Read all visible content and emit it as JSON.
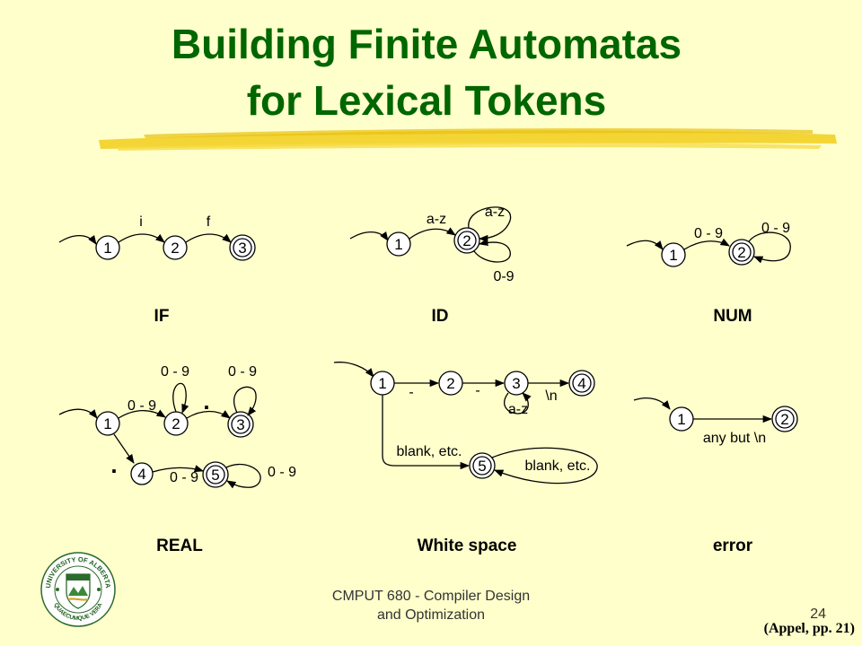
{
  "slide": {
    "title_line1": "Building Finite Automatas",
    "title_line2": "for Lexical Tokens",
    "footer_line1": "CMPUT 680 - Compiler Design",
    "footer_line2": "and Optimization",
    "page_number": "24",
    "citation": "(Appel, pp. 21)",
    "logo": {
      "icon": "university-of-alberta-seal-icon",
      "text_top": "UNIVERSITY OF ALBERTA",
      "text_bottom": "QUAECUMQUE VERA"
    },
    "colors": {
      "background": "#ffffcc",
      "title": "#006600",
      "underline": "#f2d025"
    }
  },
  "automata": [
    {
      "name": "IF",
      "states": [
        {
          "id": "1",
          "accepting": false
        },
        {
          "id": "2",
          "accepting": false
        },
        {
          "id": "3",
          "accepting": true
        }
      ],
      "transitions": [
        {
          "from": "1",
          "to": "2",
          "label": "i"
        },
        {
          "from": "2",
          "to": "3",
          "label": "f"
        }
      ]
    },
    {
      "name": "ID",
      "states": [
        {
          "id": "1",
          "accepting": false
        },
        {
          "id": "2",
          "accepting": true
        }
      ],
      "transitions": [
        {
          "from": "1",
          "to": "2",
          "label": "a-z"
        },
        {
          "from": "2",
          "to": "2",
          "label": "a-z"
        },
        {
          "from": "2",
          "to": "2",
          "label": "0-9"
        }
      ]
    },
    {
      "name": "NUM",
      "states": [
        {
          "id": "1",
          "accepting": false
        },
        {
          "id": "2",
          "accepting": true
        }
      ],
      "transitions": [
        {
          "from": "1",
          "to": "2",
          "label": "0 - 9"
        },
        {
          "from": "2",
          "to": "2",
          "label": "0 - 9"
        }
      ]
    },
    {
      "name": "REAL",
      "states": [
        {
          "id": "1",
          "accepting": false
        },
        {
          "id": "2",
          "accepting": false
        },
        {
          "id": "3",
          "accepting": true
        },
        {
          "id": "4",
          "accepting": false
        },
        {
          "id": "5",
          "accepting": true
        }
      ],
      "transitions": [
        {
          "from": "1",
          "to": "2",
          "label": "0 - 9"
        },
        {
          "from": "2",
          "to": "2",
          "label": "0 - 9"
        },
        {
          "from": "2",
          "to": "3",
          "label": "."
        },
        {
          "from": "3",
          "to": "3",
          "label": "0 - 9"
        },
        {
          "from": "1",
          "to": "4",
          "label": "."
        },
        {
          "from": "4",
          "to": "5",
          "label": "0 - 9"
        },
        {
          "from": "5",
          "to": "5",
          "label": "0 - 9"
        }
      ]
    },
    {
      "name": "White space",
      "states": [
        {
          "id": "1",
          "accepting": false
        },
        {
          "id": "2",
          "accepting": false
        },
        {
          "id": "3",
          "accepting": false
        },
        {
          "id": "4",
          "accepting": true
        },
        {
          "id": "5",
          "accepting": true
        }
      ],
      "transitions": [
        {
          "from": "1",
          "to": "2",
          "label": "-"
        },
        {
          "from": "2",
          "to": "3",
          "label": "-"
        },
        {
          "from": "3",
          "to": "3",
          "label": "a-z"
        },
        {
          "from": "3",
          "to": "4",
          "label": "\\n"
        },
        {
          "from": "1",
          "to": "5",
          "label": "blank, etc."
        },
        {
          "from": "5",
          "to": "5",
          "label": "blank, etc."
        }
      ]
    },
    {
      "name": "error",
      "states": [
        {
          "id": "1",
          "accepting": false
        },
        {
          "id": "2",
          "accepting": true
        }
      ],
      "transitions": [
        {
          "from": "1",
          "to": "2",
          "label": "any but \\n"
        }
      ]
    }
  ]
}
